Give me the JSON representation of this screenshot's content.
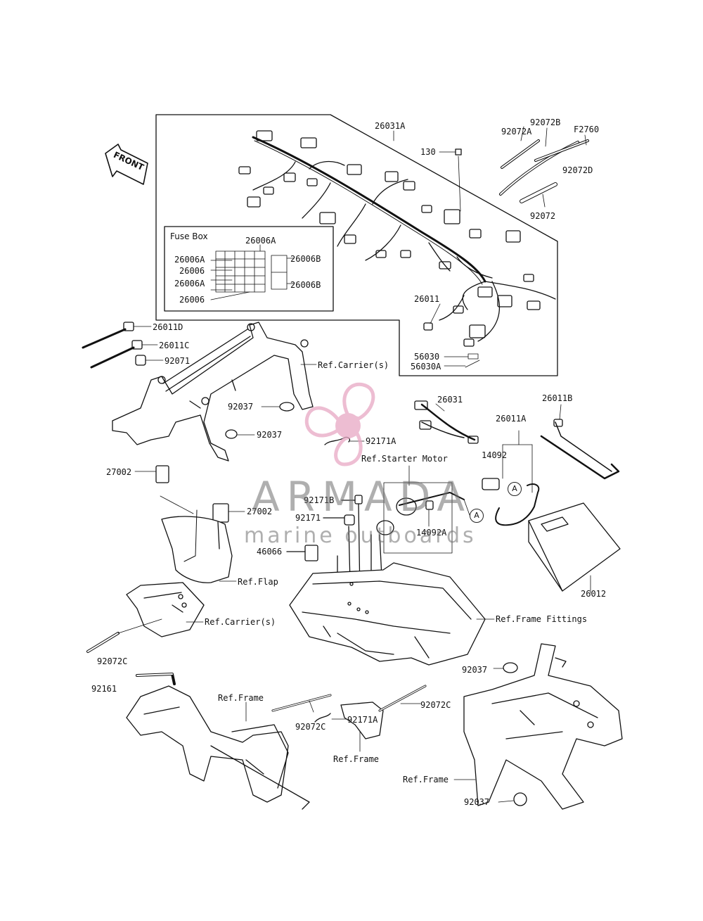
{
  "fuse_box": {
    "title": "Fuse Box",
    "labels": [
      "26006A",
      "26006A",
      "26006",
      "26006A",
      "26006",
      "26006B",
      "26006B"
    ]
  },
  "front_arrow": "FRONT",
  "watermark": {
    "brand": "ARMADA",
    "tagline": "marine outboards",
    "logo": "propeller-logo-icon",
    "color": "#e8a8c4"
  },
  "callout_a": "A",
  "parts": {
    "p26031A": "26031A",
    "p130": "130",
    "p92072A": "92072A",
    "p92072B": "92072B",
    "pF2760": "F2760",
    "p92072D": "92072D",
    "p92072": "92072",
    "p26011": "26011",
    "p56030": "56030",
    "p56030A": "56030A",
    "p26011D": "26011D",
    "p26011C": "26011C",
    "p92071": "92071",
    "refCarrier1": "Ref.Carrier(s)",
    "p92037a": "92037",
    "p92037b": "92037",
    "p26031": "26031",
    "p92171Aa": "92171A",
    "refStarter": "Ref.Starter Motor",
    "p26011B": "26011B",
    "p26011A": "26011A",
    "p14092": "14092",
    "p27002a": "27002",
    "p27002b": "27002",
    "p92171B": "92171B",
    "p92171": "92171",
    "p14092A": "14092A",
    "p46066": "46066",
    "refFlap": "Ref.Flap",
    "p26012": "26012",
    "refCarrier2": "Ref.Carrier(s)",
    "refFrameFittings": "Ref.Frame Fittings",
    "p92072Ca": "92072C",
    "p92037c": "92037",
    "p92161": "92161",
    "refFrame1": "Ref.Frame",
    "p92072Cb": "92072C",
    "p92072Cc": "92072C",
    "refFrame2": "Ref.Frame",
    "p92171Ab": "92171A",
    "refFrame3": "Ref.Frame",
    "p92037d": "92037"
  }
}
